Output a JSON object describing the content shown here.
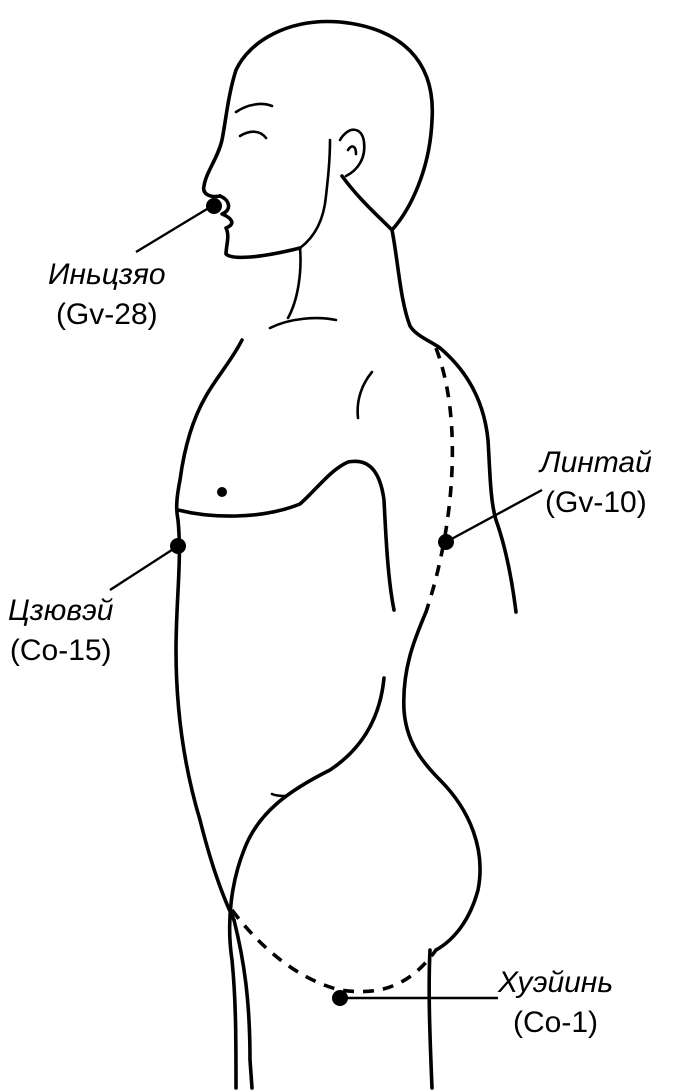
{
  "points": [
    {
      "id": "yinjiao",
      "name": "Иньцзяо",
      "code": "(Gv-28)"
    },
    {
      "id": "lingtai",
      "name": "Линтай",
      "code": "(Gv-10)"
    },
    {
      "id": "jiuwei",
      "name": "Цзювэй",
      "code": "(Co-15)"
    },
    {
      "id": "huiyin",
      "name": "Хуэйинь",
      "code": "(Co-1)"
    }
  ],
  "style": {
    "ink_color": "#000000",
    "background": "#ffffff"
  }
}
